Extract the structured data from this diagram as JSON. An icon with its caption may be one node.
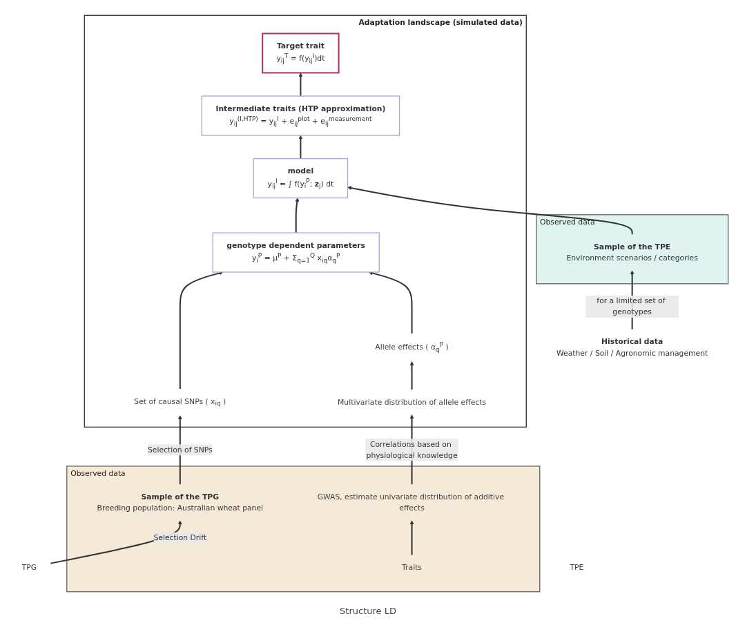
{
  "diagram": {
    "nodes": [
      {
        "text": [
          "Adaptation landscape (simulated data)"
        ]
      },
      {
        "text": [
          "Intermediate traits (HTP approximation)",
          "y$_{ij}$$^{(I,HTP)}$ = y$_{ij}$$^{I}$ + e$_{ij}$$^{plot}$ + e$_{ij}$$^{measurement}$"
        ],
        "in": 0
      },
      {
        "text": [
          "Target trait",
          "y$_{ij}$$^{T}$ = f(y$_{ij}$$^{I}$)dt"
        ],
        "in": 0
      },
      {
        "text": [
          "model",
          "y$_{ij}$$^{I}$ = ∫ f(y$_{i}$$^{P}$; **z**$_{j}$) dt"
        ],
        "in": 0
      },
      {
        "text": [
          "genotype dependent parameters",
          "y$_{i}$$^{P}$ = μ$^{P}$ + Σ$_{q=1}$$^{Q}$ x$_{iq}$α$_{q}$$^{P}$"
        ],
        "in": 0
      },
      {
        "text": [
          "Set of causal SNPs ( x$_{iq}$ )"
        ],
        "in": 0
      },
      {
        "text": [
          "Allele effects ( α$_{q}$$^{P}$ )"
        ],
        "in": 0
      },
      {
        "text": [
          "Multivariate distribution of allele effects"
        ],
        "in": 0
      },
      {
        "text": [
          "Observed data"
        ]
      },
      {
        "text": [
          "GWAS, estimate univariate distribution of additive effects"
        ],
        "in": 8
      },
      {
        "text": [
          "Traits"
        ],
        "in": 8
      },
      {
        "text": [
          "Sample of the TPG",
          "Breeding population: Australian wheat panel"
        ],
        "in": 8
      },
      {
        "text": [
          "Observed data"
        ]
      },
      {
        "text": [
          "Sample of the TPE",
          "Environment scenarios / categories"
        ],
        "in": 12
      },
      {
        "text": [
          "Historical data",
          "Weather / Soil / Agronomic management"
        ]
      },
      {
        "text": [
          "TPG"
        ]
      },
      {
        "text": [
          "TPE"
        ]
      }
    ],
    "edges": [
      {
        "from": 1,
        "to": 2,
        "arrow": "to"
      },
      {
        "from": 3,
        "to": 1,
        "arrow": "to"
      },
      {
        "from": 4,
        "to": 3,
        "arrow": "to"
      },
      {
        "from": 13,
        "to": 3,
        "arrow": "to"
      },
      {
        "from": 5,
        "to": 4,
        "arrow": "to"
      },
      {
        "from": 6,
        "to": 4,
        "arrow": "to"
      },
      {
        "from": 7,
        "to": 6,
        "arrow": "to"
      },
      {
        "from": 9,
        "to": 7,
        "label": "Correlations based on physiological knowledge",
        "arrow": "to"
      },
      {
        "from": 11,
        "to": 5,
        "label": "Selection of SNPs",
        "arrow": "to"
      },
      {
        "from": 10,
        "to": 9,
        "arrow": "to"
      },
      {
        "from": 15,
        "to": 11,
        "label": "Selection Drift",
        "arrow": "to"
      },
      {
        "from": 14,
        "to": 13,
        "label": "for a limited set of genotypes",
        "arrow": "to"
      }
    ],
    "labels": [
      "Structure LD"
    ]
  }
}
